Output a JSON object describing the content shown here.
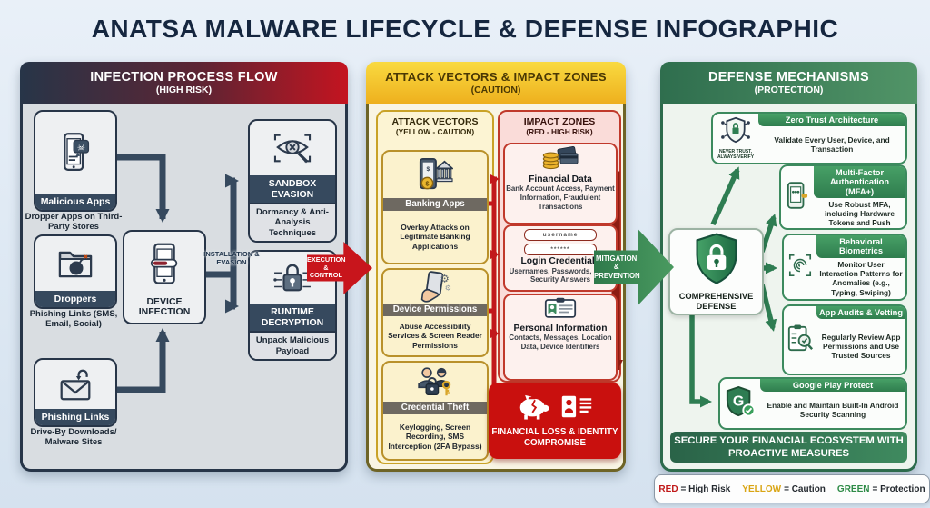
{
  "page": {
    "title": "ANATSA MALWARE LIFECYCLE & DEFENSE INFOGRAPHIC"
  },
  "colors": {
    "risk_red": "#c41420",
    "caution_yellow": "#eeb01e",
    "protection_green": "#2e7d52",
    "navy": "#273548"
  },
  "icons": {
    "skull": "☠",
    "gear": "⚙",
    "dollar": "$"
  },
  "infection": {
    "header": "INFECTION PROCESS FLOW",
    "header_sub": "(HIGH RISK)",
    "sources": [
      {
        "label": "Malicious Apps",
        "caption": "Dropper Apps on Third-Party Stores (Clones/Tools)"
      },
      {
        "label": "Droppers",
        "caption": "Phishing Links (SMS, Email, Social)"
      },
      {
        "label": "Phishing Links",
        "caption": "Drive-By Downloads/ Malware Sites"
      }
    ],
    "device_label": "DEVICE INFECTION",
    "installation_arrow": "INSTALLATION & EVASION",
    "sandbox_label": "SANDBOX EVASION",
    "sandbox_caption": "Dormancy & Anti-Analysis Techniques",
    "runtime_label": "RUNTIME DECRYPTION",
    "runtime_caption": "Unpack Malicious Payload",
    "execution_arrow": "EXECUTION & CONTROL"
  },
  "attack": {
    "header": "ATTACK VECTORS & IMPACT ZONES",
    "header_sub": "(CAUTION)",
    "vectors": {
      "title": "ATTACK VECTORS",
      "subtitle": "(YELLOW - CAUTION)",
      "items": [
        {
          "label": "Banking Apps",
          "caption": "Overlay Attacks on Legitimate Banking Applications"
        },
        {
          "label": "Device Permissions",
          "caption": "Abuse Accessibility Services & Screen Reader Permissions"
        },
        {
          "label": "Credential Theft",
          "caption": "Keylogging, Screen Recording, SMS Interception (2FA Bypass)"
        }
      ]
    },
    "impacts": {
      "title": "IMPACT ZONES",
      "subtitle": "(RED - HIGH RISK)",
      "items": [
        {
          "label": "Financial Data",
          "caption": "Bank Account Access, Payment Information, Fraudulent Transactions"
        },
        {
          "label": "Login Credentials",
          "caption": "Usernames, Passwords, PINs, Security Answers"
        },
        {
          "label": "Personal Information",
          "caption": "Contacts, Messages, Location Data, Device Identifiers"
        }
      ],
      "login_fields": {
        "username": "username",
        "password": "******"
      },
      "outcome": "FINANCIAL LOSS & IDENTITY COMPROMISE"
    },
    "mitigation_arrow": "MITIGATION & PREVENTION"
  },
  "defense": {
    "header": "DEFENSE MECHANISMS",
    "header_sub": "(PROTECTION)",
    "hub_label": "COMPREHENSIVE DEFENSE",
    "play_letter": "G",
    "items": [
      {
        "label": "Zero Trust Architecture",
        "caption": "Validate Every User, Device, and Transaction",
        "badge": "NEVER TRUST, ALWAYS VERIFY"
      },
      {
        "label": "Multi-Factor Authentication (MFA+)",
        "caption": "Use Robust MFA, including Hardware Tokens and Push Notifications"
      },
      {
        "label": "Behavioral Biometrics",
        "caption": "Monitor User Interaction Patterns for Anomalies (e.g., Typing, Swiping)"
      },
      {
        "label": "App Audits & Vetting",
        "caption": "Regularly Review App Permissions and Use Trusted Sources"
      },
      {
        "label": "Google Play Protect",
        "caption": "Enable and Maintain Built-In Android Security Scanning"
      }
    ],
    "banner": "SECURE YOUR FINANCIAL ECOSYSTEM WITH PROACTIVE MEASURES"
  },
  "legend": {
    "items": [
      {
        "word": "RED",
        "meaning": "= High Risk"
      },
      {
        "word": "YELLOW",
        "meaning": "= Caution"
      },
      {
        "word": "GREEN",
        "meaning": "= Protection"
      }
    ]
  }
}
